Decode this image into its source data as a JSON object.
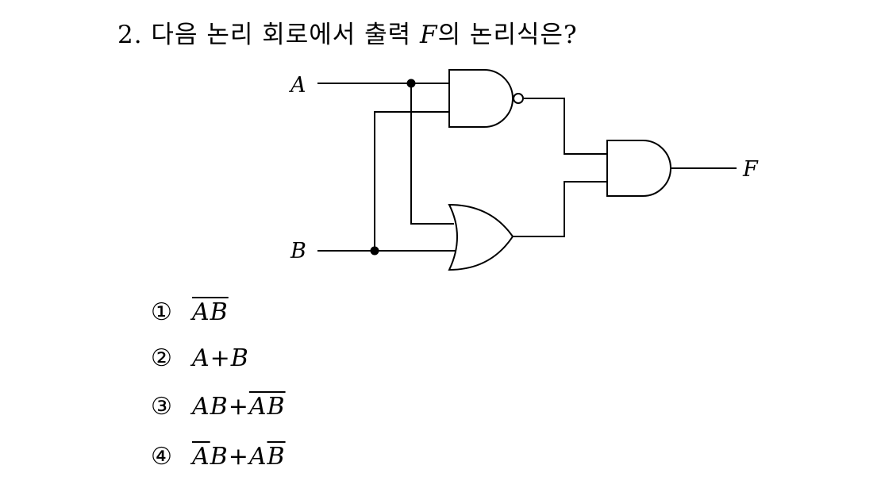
{
  "question": {
    "prefix": "2. 다음 논리 회로에서 출력 ",
    "variable": "F",
    "suffix": "의 논리식은?"
  },
  "circuit": {
    "inputs": [
      "A",
      "B"
    ],
    "output": "F",
    "gates": [
      {
        "type": "NAND",
        "inputs": [
          "A",
          "B"
        ]
      },
      {
        "type": "OR",
        "inputs": [
          "A",
          "B"
        ]
      },
      {
        "type": "AND",
        "inputs": [
          "NAND",
          "OR"
        ],
        "output": "F"
      }
    ]
  },
  "choices": [
    {
      "num": "①",
      "parts": [
        {
          "t": "AB",
          "over": true
        }
      ]
    },
    {
      "num": "②",
      "parts": [
        {
          "t": "A+B",
          "over": false
        }
      ]
    },
    {
      "num": "③",
      "parts": [
        {
          "t": "AB+",
          "over": false
        },
        {
          "t": "AB",
          "over": true
        }
      ]
    },
    {
      "num": "④",
      "parts": [
        {
          "t": "A",
          "over": true
        },
        {
          "t": "B+A",
          "over": false
        },
        {
          "t": "B",
          "over": true
        }
      ]
    }
  ]
}
